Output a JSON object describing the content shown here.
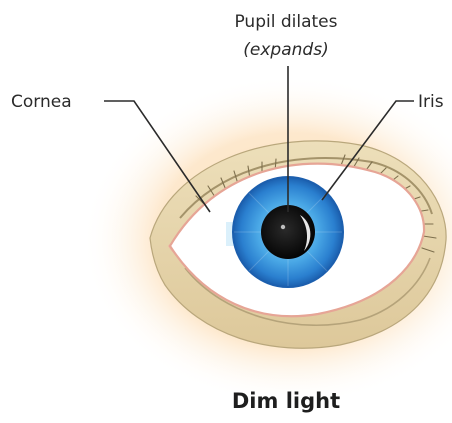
{
  "labels": {
    "pupil_title": "Pupil dilates",
    "pupil_sub": "(expands)",
    "cornea": "Cornea",
    "iris": "Iris"
  },
  "caption": "Dim light",
  "colors": {
    "glow": "#fbe3c3",
    "eyelid": "#e7d7ae",
    "lid_line": "#a89870",
    "sclera": "#ffffff",
    "iris_outer": "#1f73c4",
    "iris_inner": "#6cc2f0",
    "pupil": "#111111",
    "caruncle": "#f2b6a6"
  }
}
